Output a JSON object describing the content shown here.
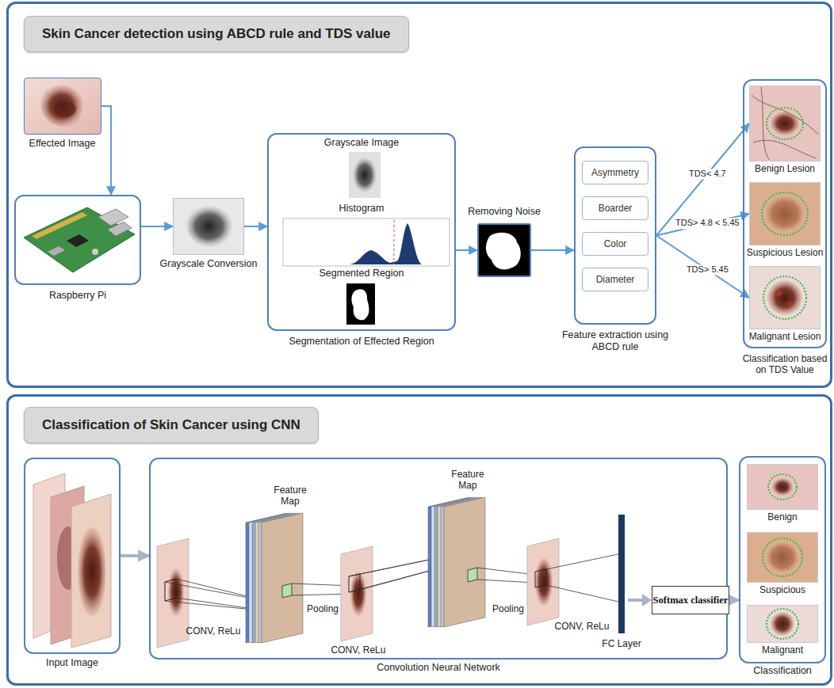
{
  "diagram": {
    "nodes": [
      {
        "text": [
          "Skin Cancer detection using ABCD rule and TDS value"
        ]
      },
      {
        "text": [
          "Effected Image"
        ],
        "in": 0
      },
      {
        "text": [
          "Raspberry Pi"
        ],
        "in": 0
      },
      {
        "text": [
          "Grayscale Conversion"
        ],
        "in": 0
      },
      {
        "text": [
          "Grayscale Image",
          "Histogram",
          "Segmented Region",
          "Segmentation of Effected Region"
        ],
        "in": 0
      },
      {
        "text": [
          "Removing Noise"
        ],
        "in": 0
      },
      {
        "text": [
          "Feature extraction using ABCD rule"
        ],
        "in": 0
      },
      {
        "text": [
          "Asymmetry"
        ],
        "in": 6
      },
      {
        "text": [
          "Boarder"
        ],
        "in": 6
      },
      {
        "text": [
          "Color"
        ],
        "in": 6
      },
      {
        "text": [
          "Diameter"
        ],
        "in": 6
      },
      {
        "text": [
          "Classification based on TDS Value"
        ],
        "in": 0
      },
      {
        "text": [
          "Benign Lesion"
        ],
        "in": 11
      },
      {
        "text": [
          "Suspicious Lesion"
        ],
        "in": 11
      },
      {
        "text": [
          "Malignant Lesion"
        ],
        "in": 11
      },
      {
        "text": [
          "Classification of Skin Cancer using CNN"
        ]
      },
      {
        "text": [
          "Input Image"
        ],
        "in": 15
      },
      {
        "text": [
          "Convolution Neural Network"
        ],
        "in": 15
      },
      {
        "text": [
          "Softmax classifier"
        ],
        "in": 17
      },
      {
        "text": [
          "Classification"
        ],
        "in": 15
      },
      {
        "text": [
          "Benign"
        ],
        "in": 19
      },
      {
        "text": [
          "Suspicious"
        ],
        "in": 19
      },
      {
        "text": [
          "Malignant"
        ],
        "in": 19
      }
    ],
    "edges": [
      {
        "from": 1,
        "to": 2,
        "arrow": "to"
      },
      {
        "from": 2,
        "to": 3,
        "arrow": "to"
      },
      {
        "from": 3,
        "to": 4,
        "arrow": "to"
      },
      {
        "from": 4,
        "to": 5,
        "arrow": "to"
      },
      {
        "from": 5,
        "to": 6,
        "arrow": "to"
      },
      {
        "from": 6,
        "to": 12,
        "label": "TDS< 4.7",
        "arrow": "to"
      },
      {
        "from": 6,
        "to": 13,
        "label": "TDS> 4.8 < 5.45",
        "arrow": "to"
      },
      {
        "from": 6,
        "to": 14,
        "label": "TDS> 5.45",
        "arrow": "to"
      },
      {
        "from": 16,
        "to": 17,
        "arrow": "to"
      },
      {
        "from": 18,
        "to": 19,
        "arrow": "to"
      }
    ],
    "labels": [
      "Feature Map",
      "CONV, ReLu",
      "Pooling",
      "CONV, ReLu",
      "Feature Map",
      "Pooling",
      "CONV, ReLu",
      "FC Layer"
    ]
  }
}
